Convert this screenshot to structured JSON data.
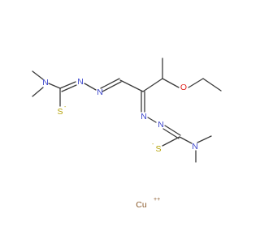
{
  "molecule": {
    "atom_labels": {
      "n_amine_1": "N",
      "n_hydrazone_1a": "N",
      "n_hydrazone_1b": "N",
      "s_1": "S",
      "o_ether": "O",
      "n_hydrazone_2a": "N",
      "n_hydrazone_2b": "N",
      "s_2": "S",
      "n_amine_2": "N",
      "cu": "Cu"
    },
    "charges": {
      "s_1": "-",
      "s_2": "-",
      "cu": "++"
    },
    "colors": {
      "carbon_bond": "#3a3a3a",
      "nitrogen": "#3f48cc",
      "sulfur": "#b3a000",
      "oxygen": "#e0231f",
      "copper": "#8a5a2b"
    }
  }
}
